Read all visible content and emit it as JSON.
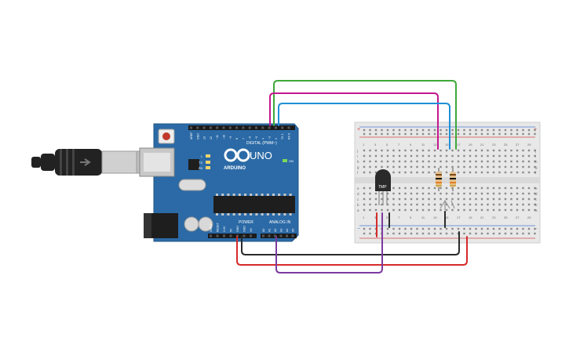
{
  "board": {
    "name": "UNO",
    "digital_label": "DIGITAL (PWM~)",
    "power_label": "POWER",
    "analog_label": "ANALOG IN",
    "on_label": "ON",
    "l_label": "L",
    "tx_label": "TX",
    "rx_label": "RX",
    "digital_pins": [
      "AREF",
      "GND",
      "13",
      "12",
      "~11",
      "~10",
      "~9",
      "8",
      "7",
      "~6",
      "~5",
      "4",
      "~3",
      "2",
      "TX 1",
      "RX 0"
    ],
    "power_pins": [
      "IOREF",
      "RESET",
      "3.3V",
      "5V",
      "GND",
      "GND",
      "Vin"
    ],
    "analog_pins": [
      "A0",
      "A1",
      "A2",
      "A3",
      "A4",
      "A5"
    ]
  },
  "sensor": {
    "label": "TMP"
  },
  "breadboard": {
    "column_numbers": [
      "1",
      "3",
      "5",
      "7",
      "9",
      "11",
      "13",
      "15",
      "17",
      "19",
      "21",
      "23",
      "25",
      "27",
      "29"
    ],
    "row_letters_top": [
      "j",
      "i",
      "h",
      "g",
      "f"
    ],
    "row_letters_bottom": [
      "e",
      "d",
      "c",
      "b",
      "a"
    ],
    "rail_plus": "+",
    "rail_minus": "−"
  },
  "colors": {
    "board_blue": "#2b6aa6",
    "wire_green": "#3ea83a",
    "wire_magenta": "#c2188f",
    "wire_blue": "#1f8fd6",
    "wire_red": "#d62a2a",
    "wire_black": "#2a2a2a",
    "wire_purple": "#7b3aa0",
    "usb_cable": "#222222",
    "breadboard": "#e8e8e8"
  }
}
